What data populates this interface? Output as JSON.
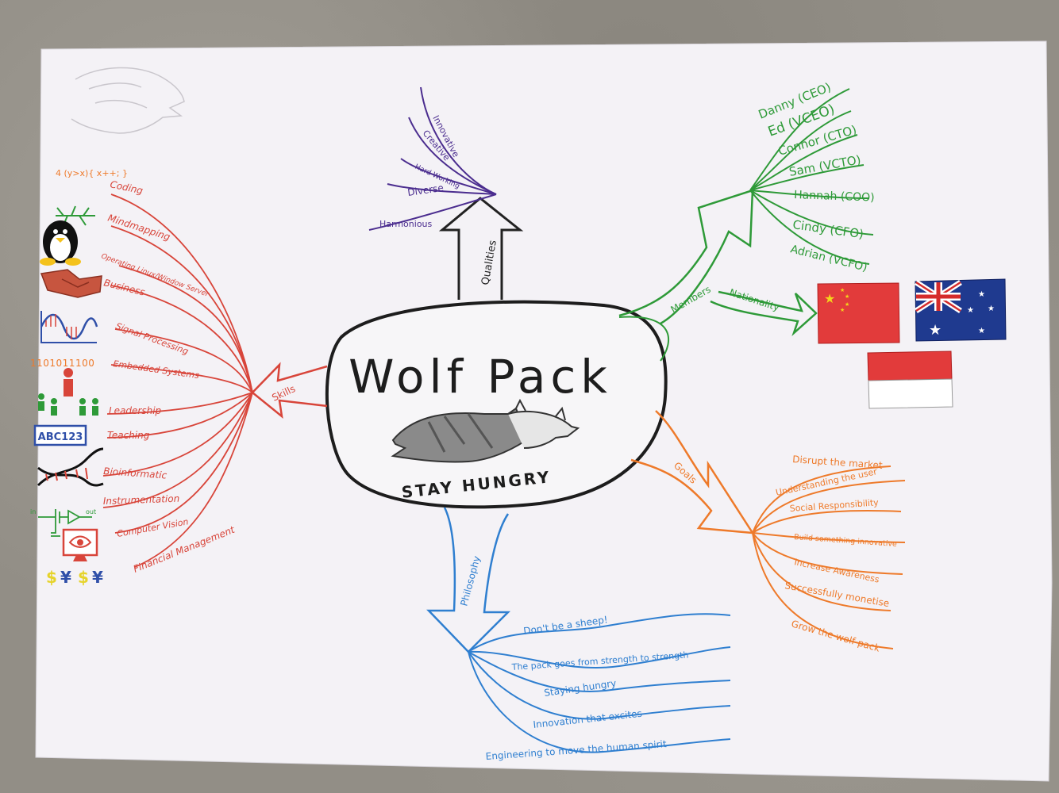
{
  "colors": {
    "paper": "#f4f2f6",
    "ink": "#222222",
    "skills": "#d8453a",
    "qualities": "#4b2d8f",
    "members": "#2e9a38",
    "goals": "#ee7a2a",
    "philosophy": "#2f7fd0"
  },
  "center": {
    "title": "Wolf Pack",
    "motto": "STAY HUNGRY",
    "image": "wolves-drawing"
  },
  "qualities": {
    "label": "Qualities",
    "items": [
      "Innovative",
      "Creative",
      "Hard Working",
      "Diverse",
      "Harmonious"
    ]
  },
  "members": {
    "label": "Members",
    "items": [
      "Danny (CEO)",
      "Ed (VCEO)",
      "Connor (CTO)",
      "Sam (VCTO)",
      "Hannah (COO)",
      "Cindy (CFO)",
      "Adrian (VCFO)"
    ]
  },
  "nationality": {
    "label": "Nationality",
    "flags": [
      "china-flag",
      "australia-flag",
      "indonesia-flag"
    ]
  },
  "skills": {
    "label": "Skills",
    "items": [
      {
        "label": "Coding",
        "icon": "code-icon",
        "icon_text": "4 (y>x){ x++; }"
      },
      {
        "label": "Mindmapping",
        "icon": "mindmap-icon"
      },
      {
        "label": "Operating Linux/Window Server",
        "icon": "tux-penguin-icon"
      },
      {
        "label": "Business",
        "icon": "handshake-icon"
      },
      {
        "label": "Signal Processing",
        "icon": "waveform-icon"
      },
      {
        "label": "Embedded Systems",
        "icon": "binary-icon",
        "icon_text": "1101011100"
      },
      {
        "label": "Leadership",
        "icon": "people-icon"
      },
      {
        "label": "Teaching",
        "icon": "abc-board-icon",
        "icon_text": "ABC123"
      },
      {
        "label": "Bioinformatic",
        "icon": "dna-icon"
      },
      {
        "label": "Instrumentation",
        "icon": "circuit-icon",
        "icon_text_in": "in",
        "icon_text_out": "out"
      },
      {
        "label": "Computer Vision",
        "icon": "eye-monitor-icon"
      },
      {
        "label": "Financial Management",
        "icon": "currency-icon",
        "icon_text": "$¥$¥"
      }
    ]
  },
  "goals": {
    "label": "Goals",
    "items": [
      "Disrupt the market",
      "Understanding the user",
      "Social Responsibility",
      "Build something innovative",
      "Increase Awareness",
      "Successfully monetise",
      "Grow the wolf pack"
    ]
  },
  "philosophy": {
    "label": "Philosophy",
    "items": [
      "Don't be a sheep!",
      "The pack goes from strength to strength",
      "Staying hungry",
      "Innovation that excites",
      "Engineering to move the human spirit"
    ]
  }
}
